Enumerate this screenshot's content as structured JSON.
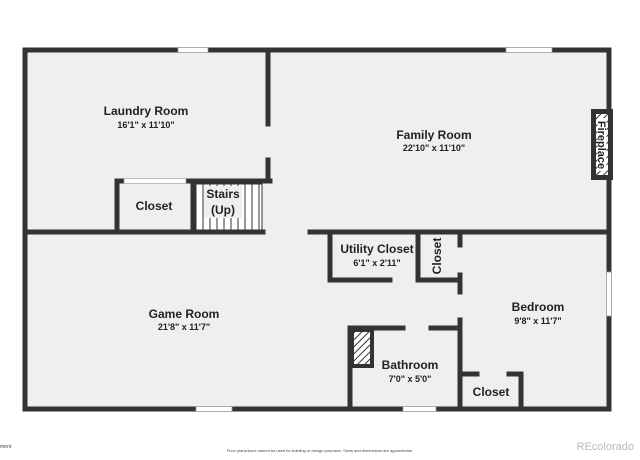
{
  "rooms": {
    "laundry": {
      "name": "Laundry Room",
      "dim": "16'1\" x 11'10\""
    },
    "family": {
      "name": "Family Room",
      "dim": "22'10\" x 11'10\""
    },
    "closet_laundry": {
      "name": "Closet"
    },
    "stairs": {
      "line1": "Stairs",
      "line2": "(Up)"
    },
    "utility": {
      "name": "Utility Closet",
      "dim": "6'1\" x 2'11\""
    },
    "closet_vertical": {
      "name": "Closet"
    },
    "game": {
      "name": "Game Room",
      "dim": "21'8\" x 11'7\""
    },
    "bedroom": {
      "name": "Bedroom",
      "dim": "9'8\" x 11'7\""
    },
    "bathroom": {
      "name": "Bathroom",
      "dim": "7'0\" x 5'0\""
    },
    "closet_bedroom": {
      "name": "Closet"
    }
  },
  "fireplace": {
    "label": "Fireplace"
  },
  "footer": {
    "left": "ment",
    "note": "Floor plans/tours cannot be used for building or design purposes. Sizes and dimensions are approximate.",
    "watermark": "REcolorado"
  },
  "colors": {
    "floor": "#efefef",
    "wall": "#333333",
    "window": "#ffffff"
  }
}
